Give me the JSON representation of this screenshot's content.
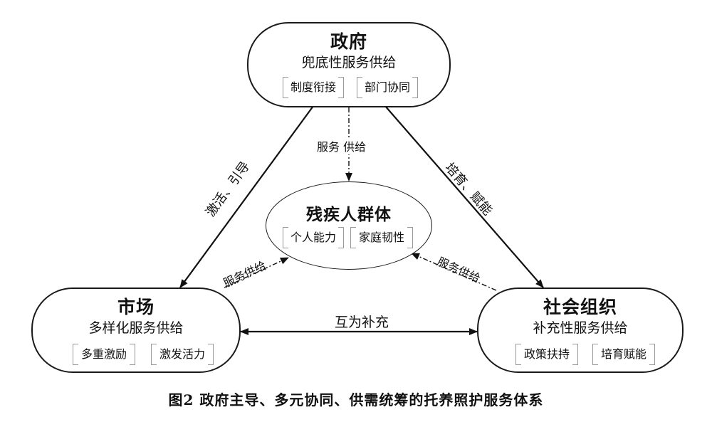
{
  "nodes": {
    "government": {
      "title": "政府",
      "subtitle": "兜底性服务供给",
      "tags": [
        "制度衔接",
        "部门协同"
      ]
    },
    "group": {
      "title": "残疾人群体",
      "tags": [
        "个人能力",
        "家庭韧性"
      ]
    },
    "market": {
      "title": "市场",
      "subtitle": "多样化服务供给",
      "tags": [
        "多重激励",
        "激发活力"
      ]
    },
    "social": {
      "title": "社会组织",
      "subtitle": "补充性服务供给",
      "tags": [
        "政策扶持",
        "培育赋能"
      ]
    }
  },
  "edges": {
    "gov_to_market": "激活、引导",
    "gov_to_social": "培育、赋能",
    "gov_to_group": "服务 供给",
    "market_to_group": "服务供给",
    "social_to_group": "服务供给",
    "market_social": "互为补充"
  },
  "caption": "图2  政府主导、多元协同、供需统筹的托养照护服务体系"
}
